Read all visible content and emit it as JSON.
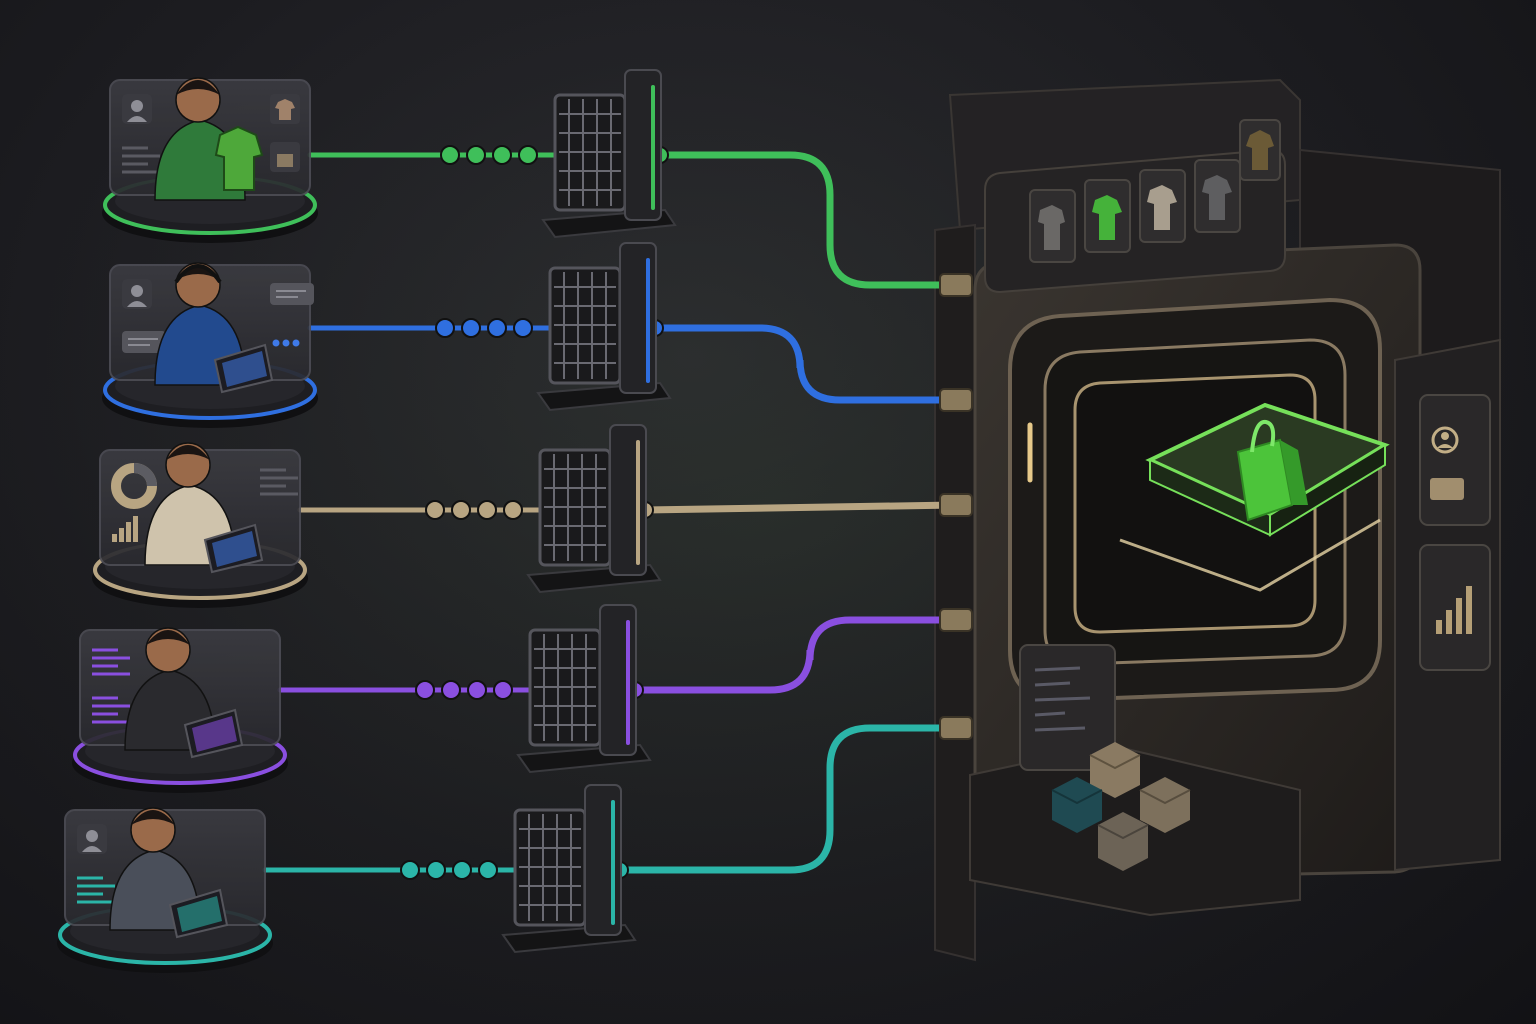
{
  "colors": {
    "background": "#1c1c20",
    "green": "#3fbf5a",
    "blue": "#2f6fe0",
    "tan": "#b8a582",
    "purple": "#8a4fe0",
    "teal": "#2bb5a8",
    "hub_glow": "#6fdc5a",
    "bag": "#4cc43a",
    "metal": "#2a2622"
  },
  "stations": [
    {
      "id": "shopper",
      "accent": "green",
      "person": "shopper-holding-shirt",
      "icons": [
        "avatar-icon",
        "text-lines-icon",
        "shirt-icon",
        "bag-icon"
      ]
    },
    {
      "id": "support-agent",
      "accent": "blue",
      "person": "agent-with-headset-and-laptop",
      "icons": [
        "avatar-icon",
        "chat-bubble-icon",
        "message-icon",
        "dots-icon"
      ]
    },
    {
      "id": "analyst",
      "accent": "tan",
      "person": "analyst-with-tablet",
      "icons": [
        "donut-chart-icon",
        "bar-chart-icon",
        "text-lines-icon"
      ]
    },
    {
      "id": "developer",
      "accent": "purple",
      "person": "developer-with-laptop",
      "icons": [
        "code-lines-icon",
        "code-lines-icon"
      ]
    },
    {
      "id": "account-manager",
      "accent": "teal",
      "person": "manager-with-tablet",
      "icons": [
        "avatar-icon",
        "list-lines-icon"
      ]
    }
  ],
  "hub": {
    "top_strip_icons": [
      "shirt-icon",
      "shirt-icon",
      "shirt-icon",
      "shirt-icon",
      "shirt-icon"
    ],
    "center_icon": "shopping-bag-icon",
    "side_icons": [
      "avatar-icon",
      "message-icon",
      "bar-chart-icon"
    ],
    "lower_icons": [
      "code-panel-icon",
      "cube-icon",
      "cube-icon",
      "cube-icon",
      "cube-icon"
    ]
  }
}
